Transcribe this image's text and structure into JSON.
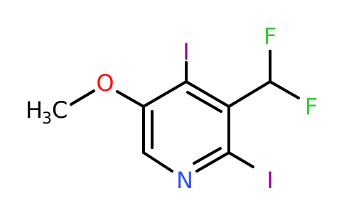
{
  "molecule": {
    "atoms": {
      "F_top": {
        "symbol": "F",
        "color": "#33cc33"
      },
      "F_right": {
        "symbol": "F",
        "color": "#33cc33"
      },
      "I_top": {
        "symbol": "I",
        "color": "#940094"
      },
      "I_bottom": {
        "symbol": "I",
        "color": "#940094"
      },
      "O": {
        "symbol": "O",
        "color": "#ff0d0d"
      },
      "N": {
        "symbol": "N",
        "color": "#3050f8"
      },
      "methyl": {
        "prefix": "H",
        "subscript": "3",
        "suffix": "C",
        "color": "#000000"
      }
    },
    "bond_color": "#000000"
  }
}
